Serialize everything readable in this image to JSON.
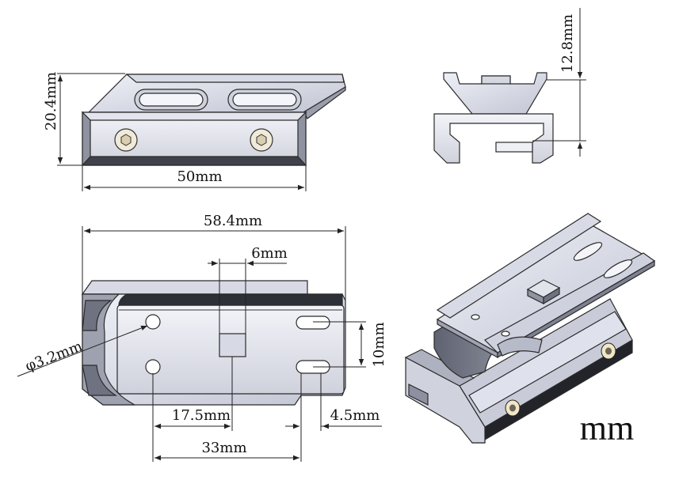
{
  "dimensions": {
    "top_height": "20.4mm",
    "top_width": "50mm",
    "side_height": "12.8mm",
    "plan_length": "58.4mm",
    "square_size": "6mm",
    "hole_diameter": "φ3.2mm",
    "slot_spacing": "10mm",
    "hole_offset": "17.5mm",
    "slot_offset": "4.5mm",
    "hole_to_slot": "33mm"
  },
  "unit_label": "mm",
  "colors": {
    "metal_light": "#e6e8f2",
    "metal_mid": "#b9bccb",
    "metal_dark": "#6d707e",
    "black": "#1e1e1e"
  }
}
